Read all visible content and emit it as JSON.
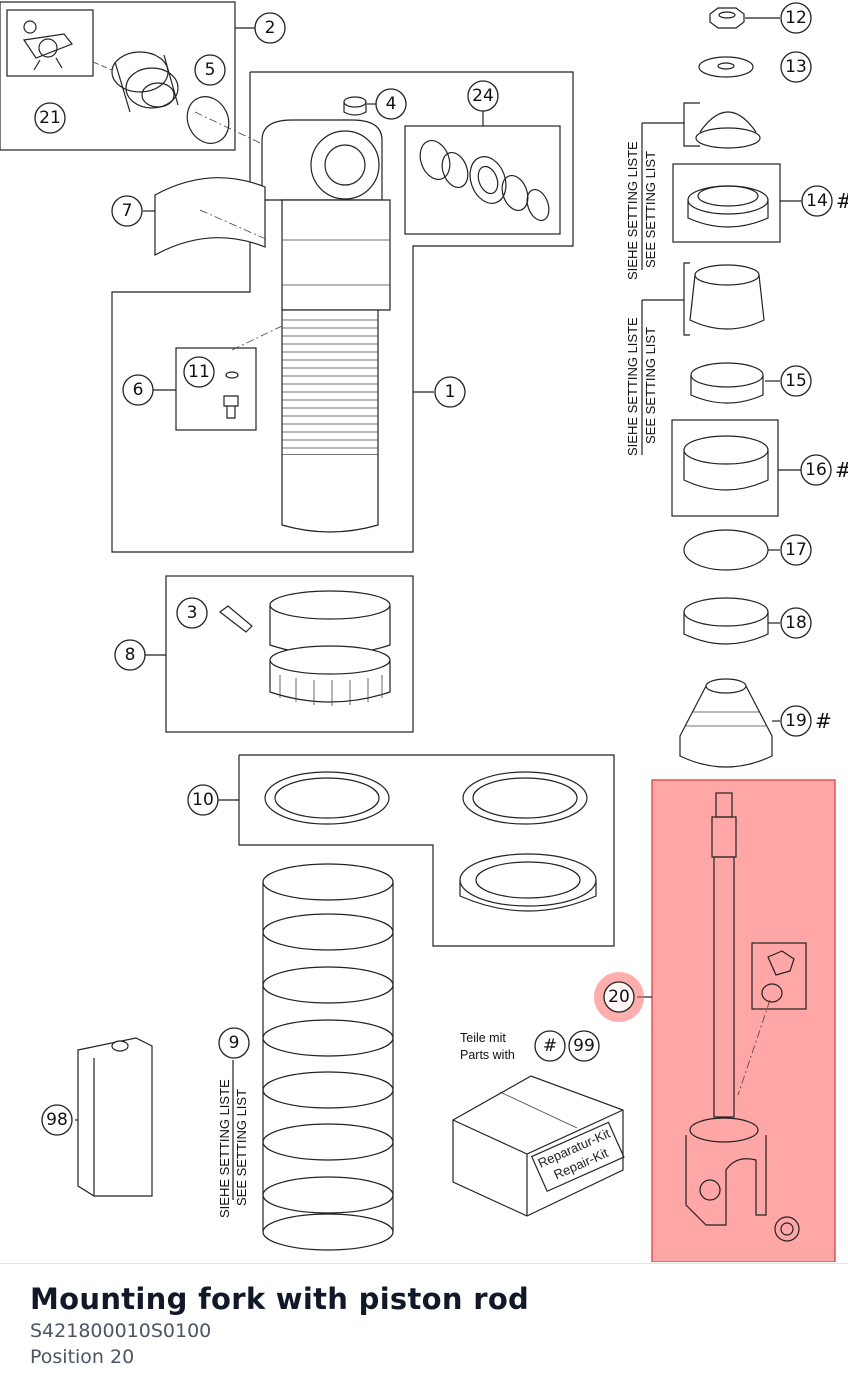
{
  "diagram": {
    "callouts": {
      "c1": "1",
      "c2": "2",
      "c3": "3",
      "c4": "4",
      "c5": "5",
      "c6": "6",
      "c7": "7",
      "c8": "8",
      "c9": "9",
      "c10": "10",
      "c11": "11",
      "c12": "12",
      "c13": "13",
      "c14": "14",
      "c15": "15",
      "c16": "16",
      "c17": "17",
      "c18": "18",
      "c19": "19",
      "c20": "20",
      "c21": "21",
      "c24": "24",
      "c98": "98",
      "c99": "99"
    },
    "hash_mark": "#",
    "setting_list_de": "SIEHE SETTING LISTE",
    "setting_list_en": "SEE SETTING LIST",
    "parts_with_de": "Teile mit",
    "parts_with_en": "Parts with",
    "kit_label_de": "Reparatur-Kit",
    "kit_label_en": "Repair-Kit",
    "highlight_color": "#ff6b6b",
    "highlighted_position": "20"
  },
  "part": {
    "title": "Mounting fork with piston rod",
    "number": "S421800010S0100",
    "position": "Position 20"
  }
}
